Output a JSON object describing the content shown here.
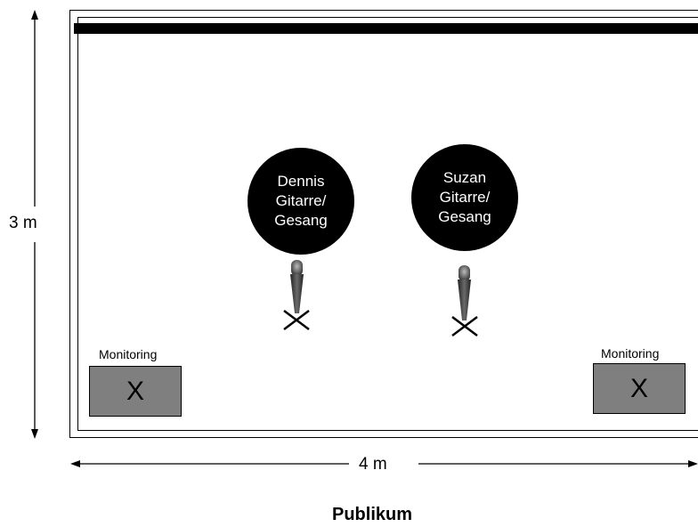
{
  "stage": {
    "depth_label": "3 m",
    "width_label": "4 m",
    "audience_label": "Publikum"
  },
  "performers": [
    {
      "name": "Dennis",
      "lines": [
        "Dennis",
        "Gitarre/",
        "Gesang"
      ],
      "position_mark": "X"
    },
    {
      "name": "Suzan",
      "lines": [
        "Suzan",
        "Gitarre/",
        "Gesang"
      ],
      "position_mark": "X"
    }
  ],
  "monitors": [
    {
      "label": "Monitoring",
      "mark": "X"
    },
    {
      "label": "Monitoring",
      "mark": "X"
    }
  ],
  "colors": {
    "performer_fill": "#000000",
    "monitor_fill": "#7f7f7f",
    "microphone": "#444444"
  },
  "icons": [
    "microphone-icon",
    "position-cross-icon",
    "arrow-icon"
  ]
}
